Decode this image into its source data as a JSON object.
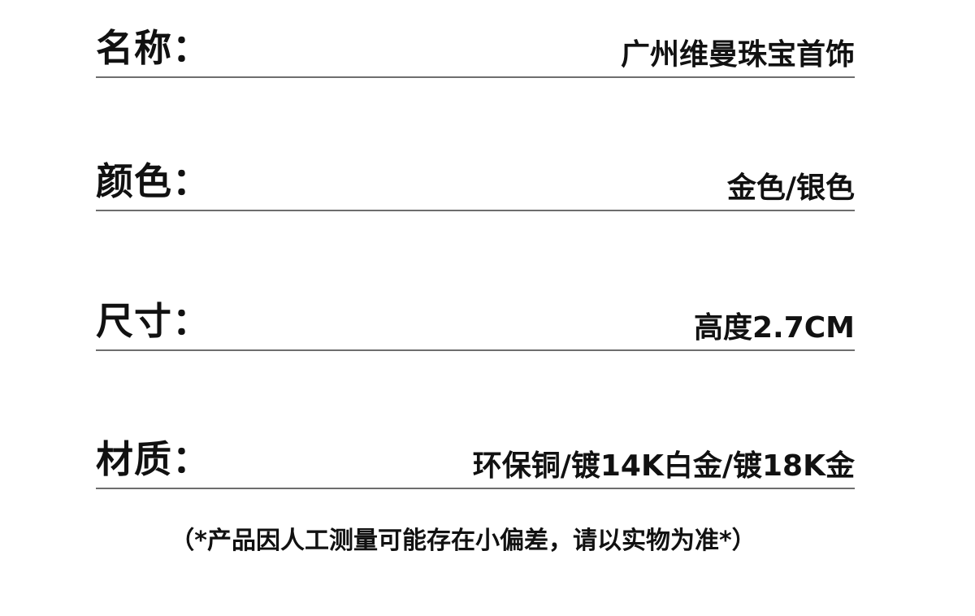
{
  "specs": [
    {
      "label": "名称：",
      "value": "广州维曼珠宝首饰"
    },
    {
      "label": "颜色：",
      "value": "金色/银色"
    },
    {
      "label": "尺寸：",
      "value": "高度2.7CM"
    },
    {
      "label": "材质：",
      "value": "环保铜/镀14K白金/镀18K金"
    }
  ],
  "note": "（*产品因人工测量可能存在小偏差，请以实物为准*）",
  "colors": {
    "text": "#111111",
    "divider": "#6e6e6e",
    "background": "#ffffff"
  }
}
